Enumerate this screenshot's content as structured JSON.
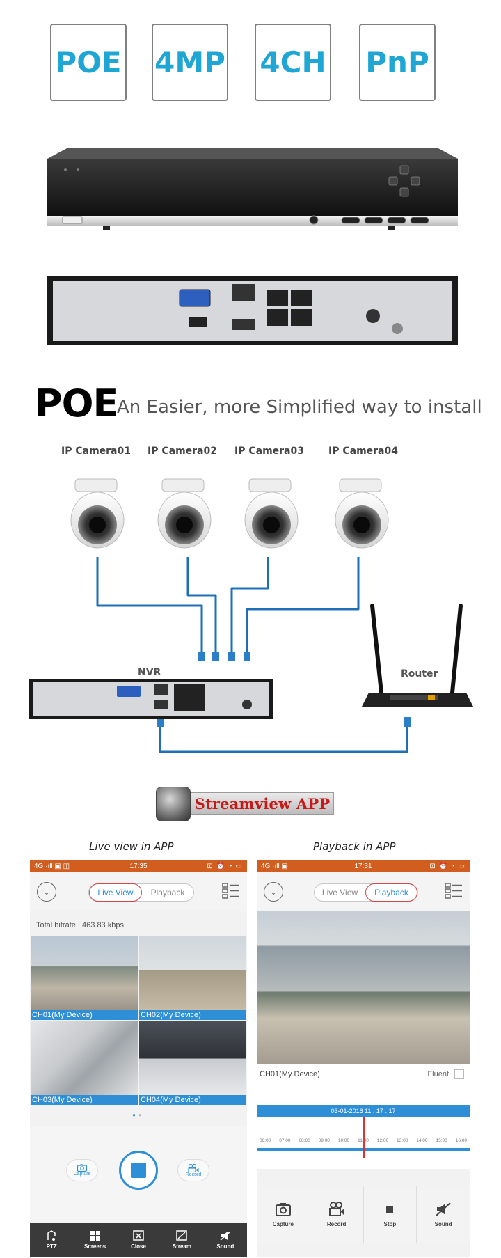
{
  "badges": [
    "POE",
    "4MP",
    "4CH",
    "PnP"
  ],
  "poe_section": {
    "title": "POE",
    "subtitle": "An Easier, more Simplified way to install"
  },
  "diagram": {
    "cameras": [
      "IP Camera01",
      "IP Camera02",
      "IP Camera03",
      "IP Camera04"
    ],
    "nvr_label": "NVR",
    "router_label": "Router"
  },
  "app": {
    "name": "Streamview APP"
  },
  "captions": {
    "live": "Live view in APP",
    "playback": "Playback in APP"
  },
  "live_view": {
    "status_left": "4G ·ıll ▣ ◫",
    "time": "17:35",
    "status_right": "⊡ ⏰ ◔ ▭",
    "tabs": [
      "Live View",
      "Playback"
    ],
    "active_tab": "Live View",
    "bitrate": "Total bitrate : 463.83 kbps",
    "channels": [
      "CH01(My Device)",
      "CH02(My Device)",
      "CH03(My Device)",
      "CH04(My Device)"
    ],
    "capture_label": "Capture",
    "record_label": "Record",
    "toolbar": [
      "PTZ",
      "Screens",
      "Close",
      "Stream",
      "Sound"
    ]
  },
  "playback": {
    "status_left": "4G ·ıll ▣",
    "time": "17:31",
    "status_right": "⊡ ⏰ ◔ ▭",
    "tabs": [
      "Live View",
      "Playback"
    ],
    "active_tab": "Playback",
    "channel": "CH01(My Device)",
    "fluent_label": "Fluent",
    "timeline_date": "03-01-2016 11 : 17 : 17",
    "timeline_ticks": [
      "06:00",
      "07:00",
      "08:00",
      "09:00",
      "10:00",
      "11:00",
      "12:00",
      "13:00",
      "14:00",
      "15:00",
      "16:00"
    ],
    "toolbar": [
      "Capture",
      "Record",
      "Stop",
      "Sound"
    ]
  },
  "colors": {
    "badge_text": "#1fa6d4",
    "cable": "#1f6fb8",
    "app_status_bar": "#d15e1f",
    "app_accent": "#2f8fd6"
  }
}
